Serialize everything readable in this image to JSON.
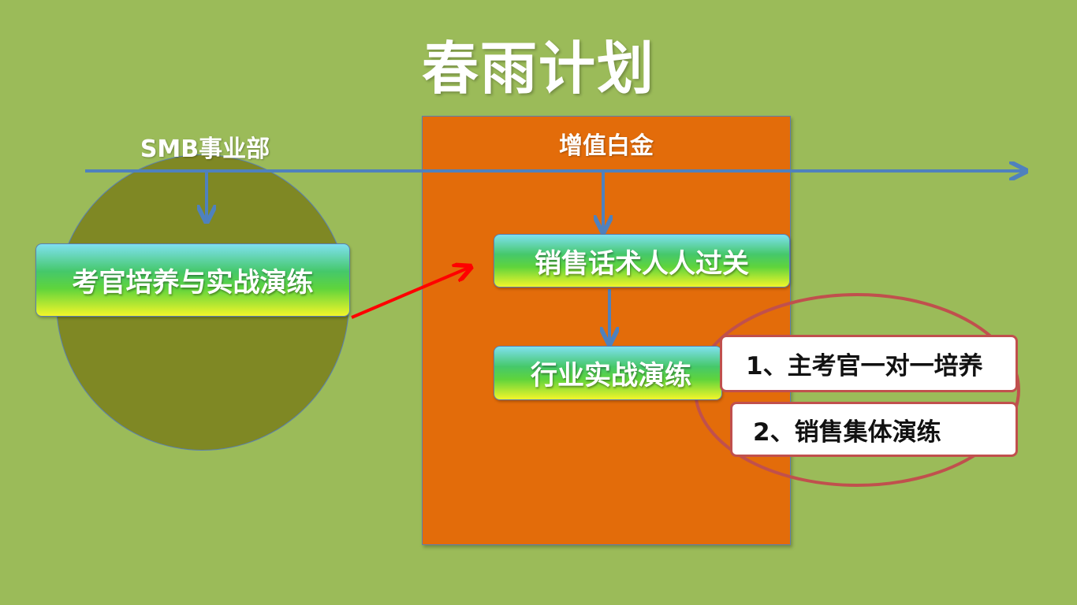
{
  "title": "春雨计划",
  "groups": {
    "smb": {
      "label": "SMB事业部"
    },
    "platinum": {
      "label": "增值白金"
    }
  },
  "boxes": {
    "examiner_training": "考官培养与实战演练",
    "sales_script": "销售话术人人过关",
    "industry_drill": "行业实战演练"
  },
  "highlight_items": [
    "1、主考官一对一培养",
    "2、销售集体演练"
  ],
  "colors": {
    "background": "#9bbb59",
    "circle": "#7f8824",
    "panel": "#e36c0a",
    "arrow_blue": "#4f81bd",
    "arrow_red": "#ff0000",
    "highlight_ring": "#c0504d"
  }
}
